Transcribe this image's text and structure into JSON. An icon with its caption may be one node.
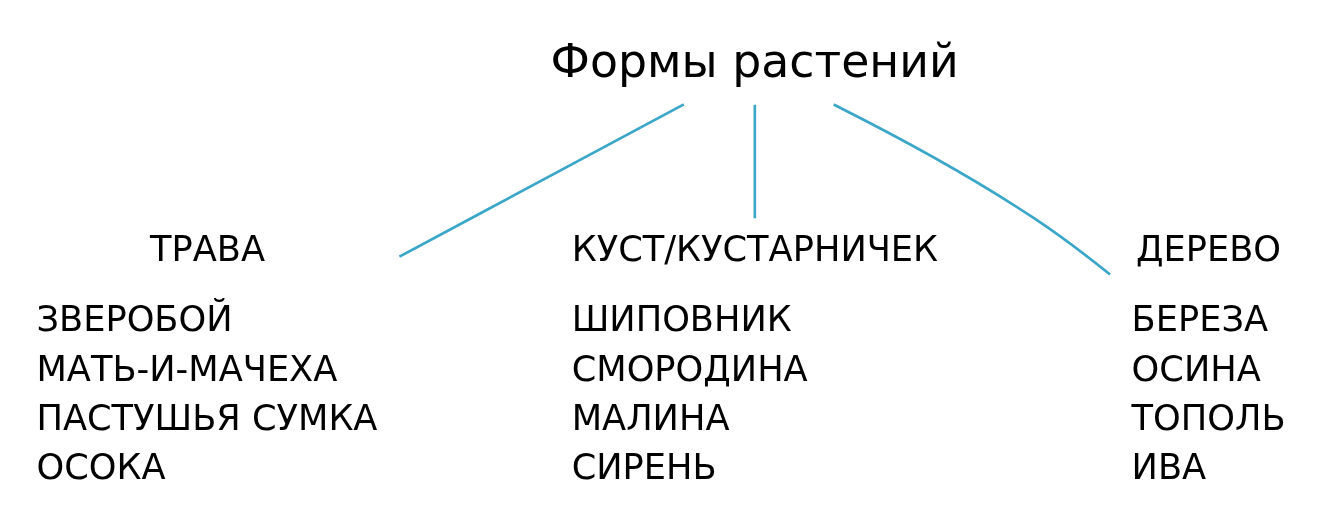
{
  "diagram": {
    "nodes": [
      {
        "text": [
          "Формы растений"
        ]
      },
      {
        "text": [
          "ТРАВА"
        ],
        "beside": [
          "ЗВЕРОБОЙ",
          "МАТЬ-И-МАЧЕХА",
          "ПАСТУШЬЯ СУМКА",
          "ОСОКА"
        ]
      },
      {
        "text": [
          "КУСТ/КУСТАРНИЧЕК"
        ],
        "beside": [
          "ШИПОВНИК",
          "СМОРОДИНА",
          "МАЛИНА",
          "СИРЕНЬ"
        ]
      },
      {
        "text": [
          "ДЕРЕВО"
        ],
        "beside": [
          "БЕРЕЗА",
          "ОСИНА",
          "ТОПОЛЬ",
          "ИВА"
        ]
      }
    ],
    "edges": [
      {
        "from": 0,
        "to": 1,
        "arrow": "none",
        "color": "#3aa6c8"
      },
      {
        "from": 0,
        "to": 2,
        "arrow": "none",
        "color": "#3aa6c8"
      },
      {
        "from": 0,
        "to": 3,
        "arrow": "none",
        "color": "#3aa6c8"
      }
    ]
  }
}
